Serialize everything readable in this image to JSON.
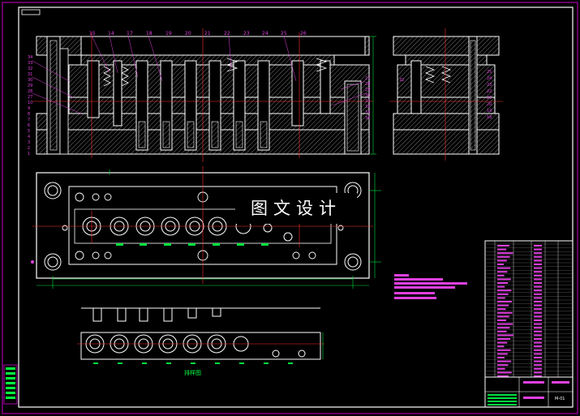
{
  "watermark": "图文设计",
  "strip_layout_label": "排样图",
  "title_block": {
    "drawing_no": "M-01"
  },
  "colors": {
    "background": "#000000",
    "outline": "#ffffff",
    "border": "#cc00cc",
    "dimension": "#ff3030",
    "green": "#00e040",
    "callout": "#e040e0"
  },
  "callouts_top": [
    "15",
    "14",
    "17",
    "18",
    "19",
    "20",
    "21",
    "22",
    "23",
    "24",
    "25",
    "26"
  ],
  "callouts_left": [
    "34",
    "33",
    "32",
    "31",
    "30",
    "29",
    "28",
    "27",
    "10",
    "9",
    "8",
    "7",
    "6",
    "5",
    "4",
    "3",
    "2",
    "1"
  ],
  "callouts_right": [
    "27",
    "28",
    "29",
    "30",
    "31",
    "32",
    "33",
    "34"
  ],
  "callouts_side_right": [
    "25",
    "24",
    "23",
    "22",
    "21",
    "20",
    "19",
    "18"
  ],
  "callout_side_left": "32",
  "page_marker": "1"
}
